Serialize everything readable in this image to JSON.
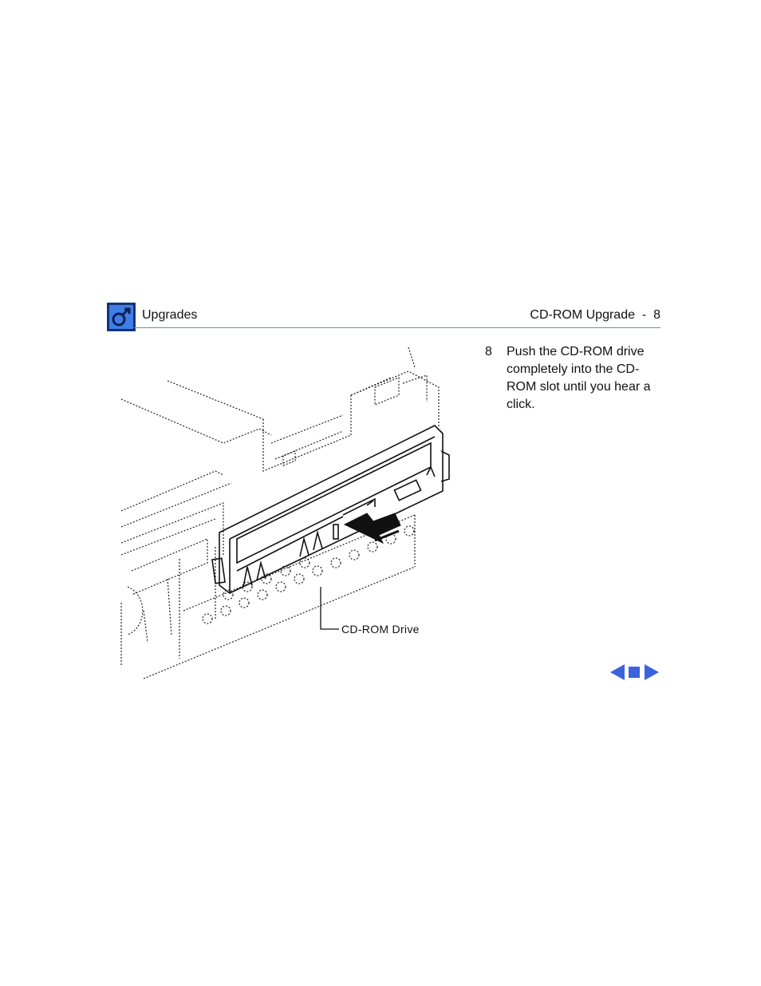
{
  "header": {
    "logo_icon": "service-manual-logo-icon",
    "section_title": "Upgrades",
    "page_title": "CD-ROM Upgrade  -  8",
    "rule_color": "#6f8fa8"
  },
  "step": {
    "number": "8",
    "text": "Push the CD-ROM drive completely into the CD-ROM slot until you hear a click."
  },
  "illustration": {
    "callout": "CD-ROM Drive"
  },
  "navigation": {
    "previous_icon": "left-arrow-icon",
    "stop_icon": "square-icon",
    "next_icon": "right-arrow-icon",
    "color": "#3b63e0"
  }
}
